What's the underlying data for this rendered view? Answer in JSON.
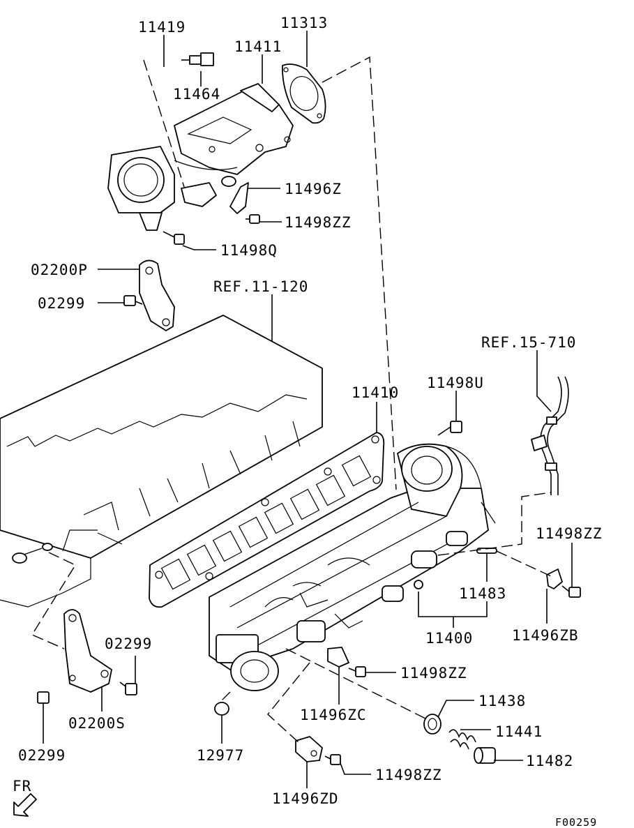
{
  "labels": {
    "p11419": "11419",
    "p11313": "11313",
    "p11411": "11411",
    "p11464": "11464",
    "p11496Z": "11496Z",
    "p11498ZZ_a": "11498ZZ",
    "p11498Q": "11498Q",
    "p02200P": "02200P",
    "p02299_a": "02299",
    "ref_11_120": "REF.11-120",
    "ref_15_710": "REF.15-710",
    "p11410": "11410",
    "p11498U": "11498U",
    "p11498ZZ_b": "11498ZZ",
    "p11483": "11483",
    "p11400": "11400",
    "p11496ZB": "11496ZB",
    "p02299_b": "02299",
    "p11498ZZ_c": "11498ZZ",
    "p11438": "11438",
    "p11496ZC": "11496ZC",
    "p11441": "11441",
    "p11482": "11482",
    "p02200S": "02200S",
    "p02299_c": "02299",
    "p12977": "12977",
    "p11498ZZ_d": "11498ZZ",
    "p11496ZD": "11496ZD",
    "fr": "FR",
    "figure_code": "F00259"
  }
}
